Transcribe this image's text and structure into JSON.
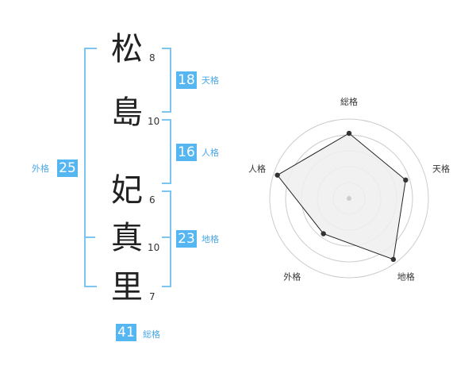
{
  "name": {
    "characters": [
      {
        "char": "松",
        "strokes": "8"
      },
      {
        "char": "島",
        "strokes": "10"
      },
      {
        "char": "妃",
        "strokes": "6"
      },
      {
        "char": "真",
        "strokes": "10"
      },
      {
        "char": "里",
        "strokes": "7"
      }
    ]
  },
  "fortunes": {
    "tenkaku": {
      "value": "18",
      "label": "天格"
    },
    "jinkaku": {
      "value": "16",
      "label": "人格"
    },
    "chikaku": {
      "value": "23",
      "label": "地格"
    },
    "gaikaku": {
      "value": "25",
      "label": "外格"
    },
    "soukaku": {
      "value": "41",
      "label": "総格"
    }
  },
  "chart_data": {
    "type": "radar",
    "axes": [
      "総格",
      "天格",
      "地格",
      "外格",
      "人格"
    ],
    "values": [
      0.82,
      0.75,
      0.95,
      0.55,
      0.95
    ],
    "rings": 5,
    "colors": {
      "fill": "#efefef",
      "stroke": "#222222",
      "grid": "#cccccc",
      "point": "#333333"
    }
  }
}
